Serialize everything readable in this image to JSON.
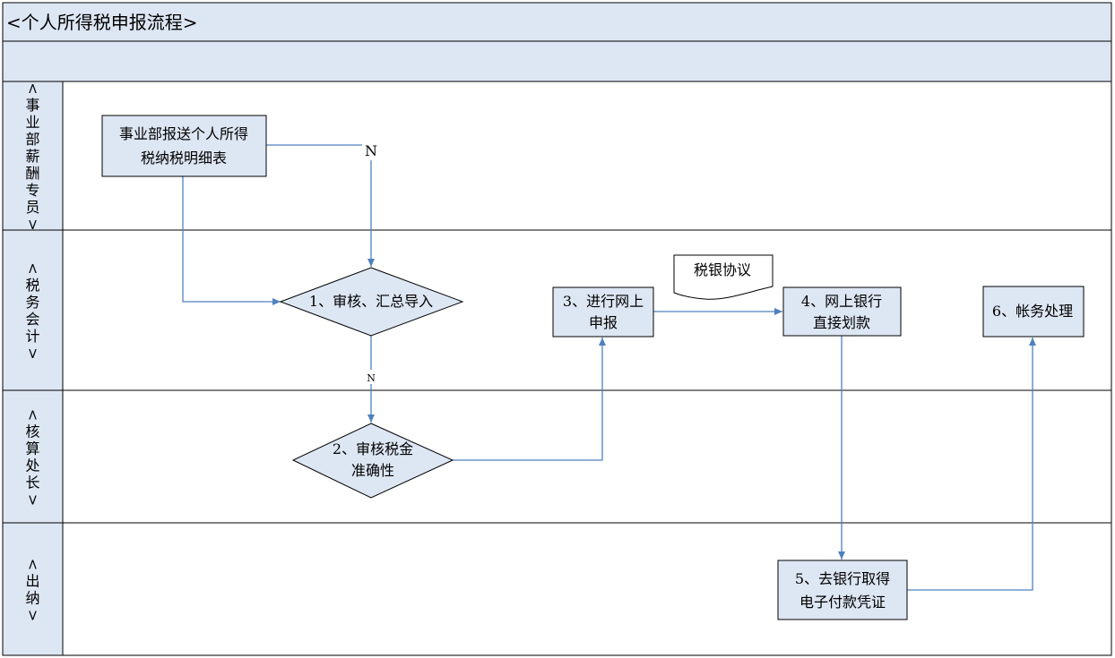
{
  "title": "<个人所得税申报流程>",
  "subtitle": "",
  "colors": {
    "header_fill": "#dde6f3",
    "lane_fill": "#dde6f3",
    "node_fill": "#dde6f3",
    "line": "#000000",
    "arrow": "#4f81bd"
  },
  "lanes": [
    {
      "id": "lane1",
      "chars": [
        "<",
        "事",
        "业",
        "部",
        "薪",
        "酬",
        "专",
        "员",
        ">"
      ]
    },
    {
      "id": "lane2",
      "chars": [
        "<",
        "税",
        "务",
        "会",
        "计",
        ">"
      ]
    },
    {
      "id": "lane3",
      "chars": [
        "<",
        "核",
        "算",
        "处",
        "长",
        ">"
      ]
    },
    {
      "id": "lane4",
      "chars": [
        "<",
        "出",
        "纳",
        ">"
      ]
    }
  ],
  "nodes": {
    "start": {
      "lines": [
        "事业部报送个人所得",
        "税纳税明细表"
      ]
    },
    "step1": {
      "lines": [
        "1、审核、汇总导入"
      ]
    },
    "step2": {
      "lines": [
        "2、审核税金",
        "准确性"
      ]
    },
    "step3": {
      "lines": [
        "3、进行网上",
        "申报"
      ]
    },
    "step4": {
      "lines": [
        "4、网上银行",
        "直接划款"
      ]
    },
    "step5": {
      "lines": [
        "5、去银行取得",
        "电子付款凭证"
      ]
    },
    "step6": {
      "lines": [
        "6、帐务处理"
      ]
    },
    "doc": {
      "lines": [
        "税银协议"
      ]
    }
  },
  "edge_labels": {
    "n_upper": "N",
    "n_lower": "N"
  }
}
